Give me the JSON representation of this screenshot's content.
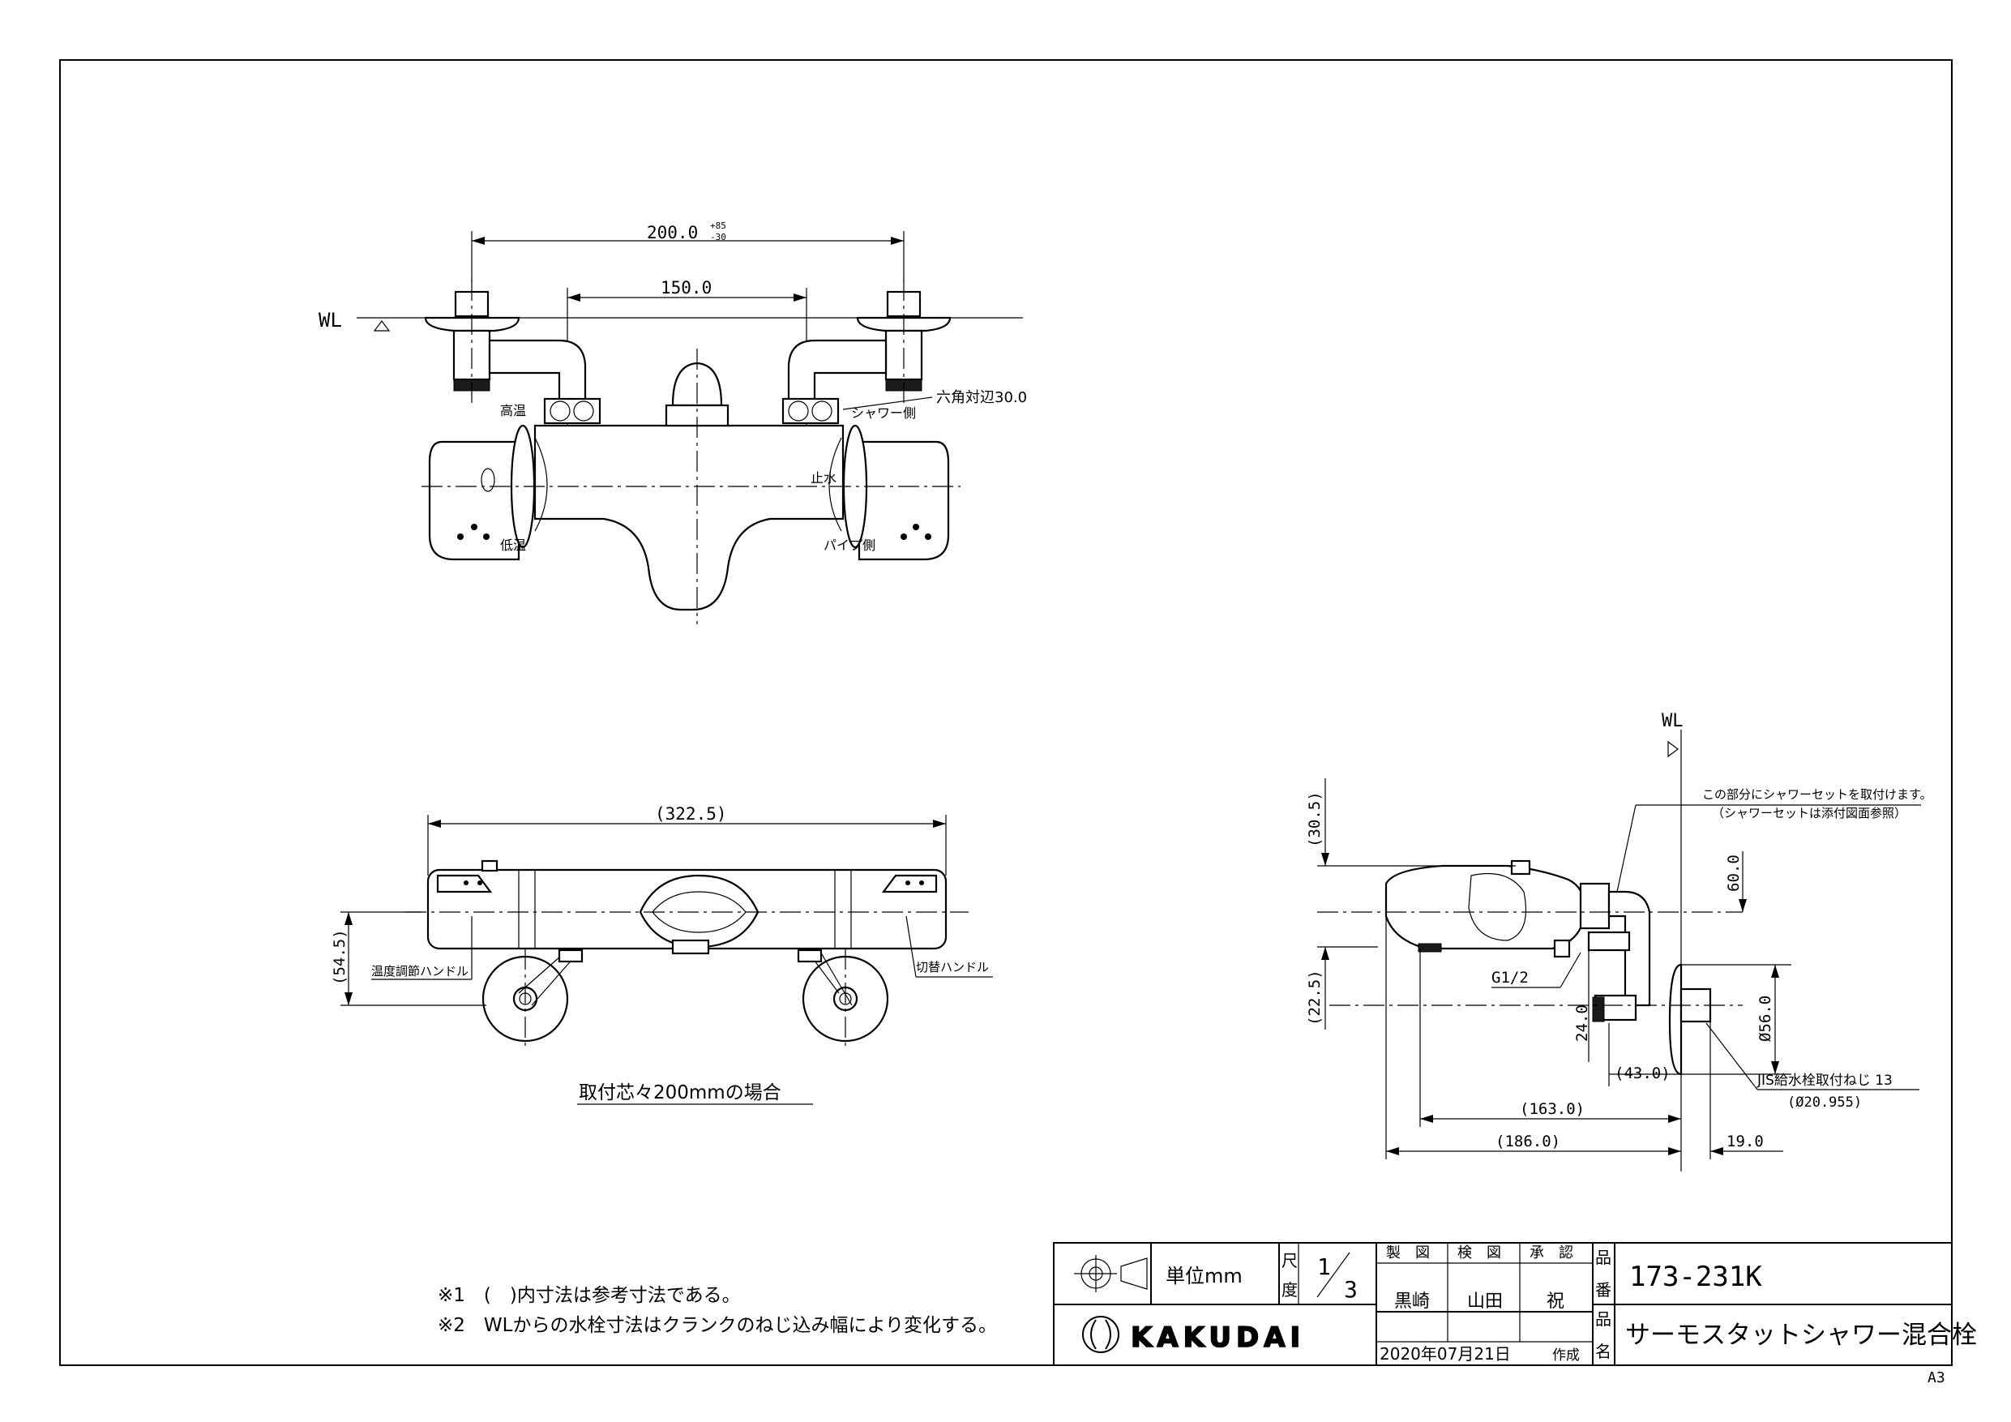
{
  "front_view": {
    "wl_label": "WL",
    "dim_pitch": "200.0",
    "dim_pitch_tol_upper": "+85",
    "dim_pitch_tol_lower": "-30",
    "dim_150": "150.0",
    "hex_label": "六角対辺30.0",
    "shower_side": "シャワー側",
    "high_temp": "高温",
    "low_temp": "低温",
    "stop_water": "止水",
    "pipe_side": "パイプ側"
  },
  "top_view": {
    "dim_width": "(322.5)",
    "dim_depth": "(54.5)",
    "temp_handle": "温度調節ハンドル",
    "switch_handle": "切替ハンドル",
    "caption": "取付芯々200mmの場合"
  },
  "side_view": {
    "wl_label": "WL",
    "note1": "この部分にシャワーセットを取付けます。",
    "note2": "（シャワーセットは添付図面参照）",
    "dim_30_5": "(30.5)",
    "dim_22_5": "(22.5)",
    "dim_60": "60.0",
    "dim_56": "Ø56.0",
    "g_thread": "G1/2",
    "dim_24": "24.0",
    "dim_43": "(43.0)",
    "jis_label": "JIS給水栓取付ねじ 13",
    "jis_dia": "(Ø20.955)",
    "dim_163": "(163.0)",
    "dim_186": "(186.0)",
    "dim_19": "19.0"
  },
  "notes": [
    "※1　(　)内寸法は参考寸法である。",
    "※2　WLからの水栓寸法はクランクのねじ込み幅により変化する。"
  ],
  "title_block": {
    "unit_label": "単位mm",
    "scale_label_1": "尺",
    "scale_label_2": "度",
    "scale_num": "1",
    "scale_den": "3",
    "drawn_label": "製　図",
    "checked_label": "検　図",
    "approved_label": "承　認",
    "drawn_by": "黒崎",
    "checked_by": "山田",
    "approved_by": "祝",
    "date": "2020年07月21日",
    "created_label": "作成",
    "part_no_label_1": "品",
    "part_no_label_2": "番",
    "part_name_label_1": "品",
    "part_name_label_2": "名",
    "part_no": "173-231K",
    "part_name": "サーモスタットシャワー混合栓",
    "logo": "KAKUDAI"
  },
  "sheet_size": "A3"
}
